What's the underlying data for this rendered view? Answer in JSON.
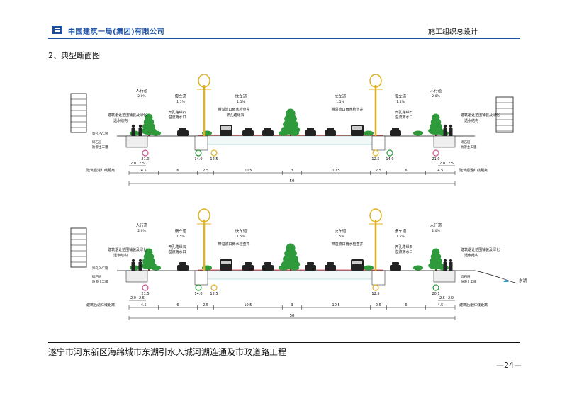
{
  "header": {
    "company": "中国建筑一局(集团)有限公司",
    "doc_title": "施工组织总设计"
  },
  "section_title": "2、典型断面图",
  "sections": [
    {
      "labels": {
        "sidewalk": "人行道",
        "sidewalk_slope": "2.0%",
        "slow_lane": "慢车道",
        "slow_slope": "1.5%",
        "fast_lane": "快车道",
        "fast_slope": "1.5%",
        "bldg_greening": "建筑退让范围铺装及绿化",
        "permeable": "透水结构",
        "curb_l": "开孔路缘石",
        "drain_l": "溢流雨水口",
        "median_curb": "开孔路缘石",
        "median_drain": "带溢流口雨水检查井",
        "gravel": "砾石层",
        "geotextile": "防渗土工膜",
        "pipe": "穿孔PVC管",
        "setback": "建筑后退红线距离"
      },
      "pipe_tags": [
        "21.0",
        "14.0",
        "12.5",
        "12.5",
        "14.0",
        "21.0"
      ],
      "dims_top": [
        "2.0",
        "2.5",
        "2.0",
        "2.5"
      ],
      "dims_mid": [
        "4.5",
        "6",
        "2.5",
        "10.5",
        "3",
        "10.5",
        "2.5",
        "6",
        "4.5"
      ],
      "total": "50"
    },
    {
      "labels": {
        "sidewalk": "人行道",
        "sidewalk_slope": "2.0%",
        "slow_lane": "慢车道",
        "slow_slope": "1.5%",
        "fast_lane": "快车道",
        "fast_slope": "1.5%",
        "bldg_greening": "建筑退让范围铺装及绿化",
        "permeable": "透水结构",
        "curb_l": "开孔路缘石",
        "drain_l": "溢流雨水口",
        "median_drain": "带溢流口雨水检查井",
        "gravel": "砾石层",
        "geotextile": "防渗土工膜",
        "pipe": "穿孔PVC管",
        "setback": "建筑后退红线距离",
        "lake": "东湖"
      },
      "pipe_tags": [
        "21.5",
        "14.0",
        "12.5",
        "12.5",
        "20.1"
      ],
      "dims_top": [
        "2.0",
        "2.5",
        "2.5",
        "2.0"
      ],
      "dims_mid": [
        "4.5",
        "6",
        "2.5",
        "10.5",
        "3",
        "10.5",
        "2.5",
        "6",
        "4.5"
      ],
      "total": "50"
    }
  ],
  "footer": {
    "project": "遂宁市河东新区海绵城市东湖引水入城河湖连通及市政道路工程",
    "page": "—24—"
  },
  "colors": {
    "brand": "#1d4fa3",
    "tree": "#2e9a3c",
    "lamp": "#e0b020",
    "pink": "#d05090",
    "water": "#3aa0d0"
  }
}
